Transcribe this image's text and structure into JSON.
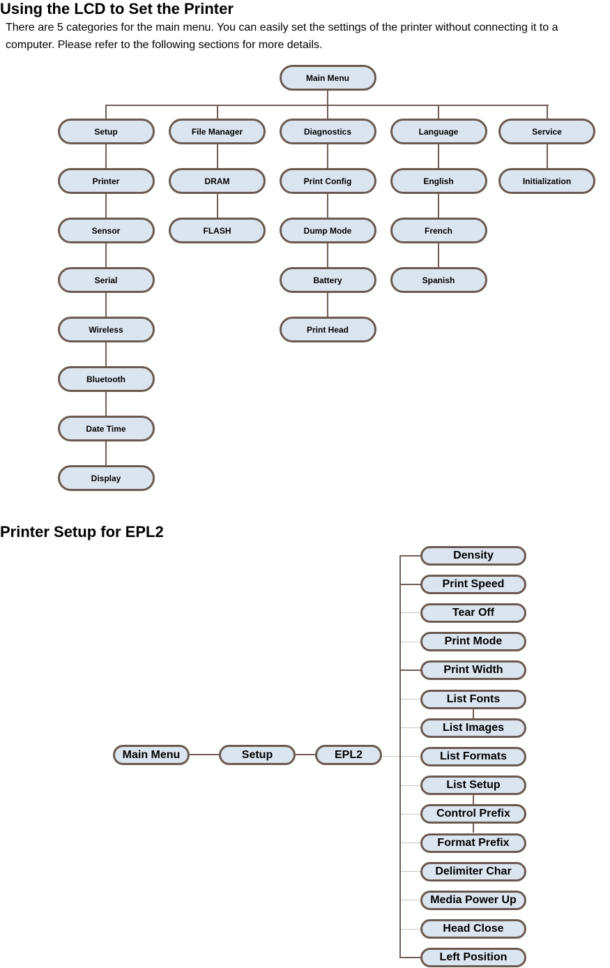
{
  "page": {
    "heading1": "Using the LCD to Set the Printer",
    "intro": "There are 5 categories for the main menu. You can easily set the settings of the printer without connecting it to a computer. Please refer to the following sections for more details.",
    "heading2": "Printer Setup for EPL2"
  },
  "colors": {
    "pill_fill": "#dbe5f0",
    "pill_border": "#6b594e",
    "connector_brown": "#6f5d53",
    "connector_gray": "#ccc4bd",
    "text": "#000000"
  },
  "menu_tree": {
    "root": "Main Menu",
    "columns": [
      {
        "label": "Setup",
        "children": [
          "Printer",
          "Sensor",
          "Serial",
          "Wireless",
          "Bluetooth",
          "Date Time",
          "Display"
        ]
      },
      {
        "label": "File Manager",
        "children": [
          "DRAM",
          "FLASH"
        ]
      },
      {
        "label": "Diagnostics",
        "children": [
          "Print Config",
          "Dump Mode",
          "Battery",
          "Print Head"
        ]
      },
      {
        "label": "Language",
        "children": [
          "English",
          "French",
          "Spanish"
        ]
      },
      {
        "label": "Service",
        "children": [
          "Initialization"
        ]
      }
    ]
  },
  "epl2_tree": {
    "path": [
      "Main Menu",
      "Setup",
      "EPL2"
    ],
    "items": [
      {
        "label": "Density",
        "stub": "corner-top"
      },
      {
        "label": "Print Speed",
        "stub": "brown"
      },
      {
        "label": "Tear Off",
        "stub": "gray"
      },
      {
        "label": "Print Mode",
        "stub": "gray"
      },
      {
        "label": "Print Width",
        "stub": "brown"
      },
      {
        "label": "List Fonts",
        "stub": "gray"
      },
      {
        "label": "List Images",
        "stub": "gray",
        "link_up": true
      },
      {
        "label": "List Formats",
        "stub": "gray-through"
      },
      {
        "label": "List Setup",
        "stub": "gray"
      },
      {
        "label": "Control Prefix",
        "stub": "gray",
        "link_up": true
      },
      {
        "label": "Format Prefix",
        "stub": "gray",
        "link_up": true
      },
      {
        "label": "Delimiter Char",
        "stub": "gray"
      },
      {
        "label": "Media Power Up",
        "stub": "gray"
      },
      {
        "label": "Head Close",
        "stub": "gray"
      },
      {
        "label": "Left Position",
        "stub": "corner-bottom"
      }
    ]
  }
}
